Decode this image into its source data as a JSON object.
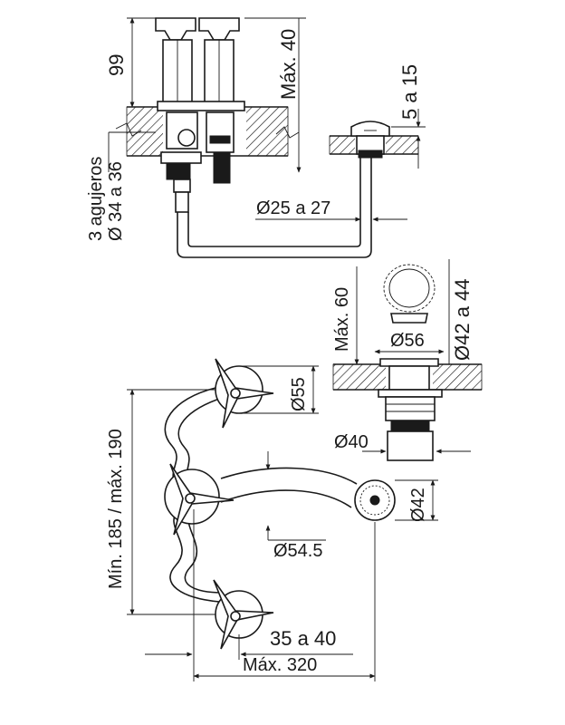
{
  "labels": {
    "height_99": "99",
    "max_40": "Máx. 40",
    "range_5_15": "5 a 15",
    "holes_line1": "3 agujeros",
    "holes_line2": "Ø 34 a 36",
    "dia_25_27": "Ø25 a 27",
    "max_60": "Máx. 60",
    "dia_56": "Ø56",
    "dia_42_44": "Ø42 a 44",
    "dia_55": "Ø55",
    "dia_40": "Ø40",
    "min_max_185_190": "Mín. 185 / máx. 190",
    "dia_42": "Ø42",
    "dia_54_5": "Ø54.5",
    "range_35_40": "35 a 40",
    "max_320": "Máx. 320"
  }
}
